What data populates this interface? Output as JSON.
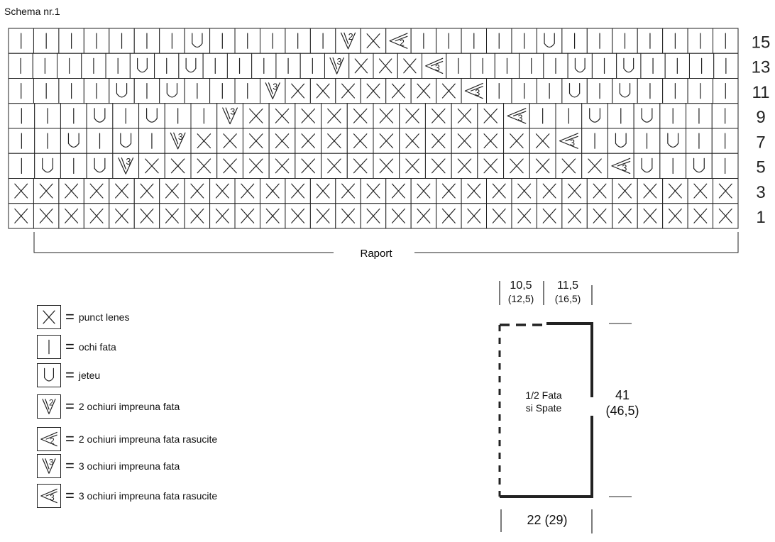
{
  "title": "Schema nr.1",
  "raport_label": "Raport",
  "chart_rows": [
    {
      "label": "15",
      "cells": [
        "I",
        "I",
        "I",
        "I",
        "I",
        "I",
        "I",
        "U",
        "I",
        "I",
        "I",
        "I",
        "I",
        "V2",
        "X",
        "L2",
        "I",
        "I",
        "I",
        "I",
        "I",
        "U",
        "I",
        "I",
        "I",
        "I",
        "I",
        "I",
        "I"
      ]
    },
    {
      "label": "13",
      "cells": [
        "I",
        "I",
        "I",
        "I",
        "I",
        "U",
        "I",
        "U",
        "I",
        "I",
        "I",
        "I",
        "I",
        "V3",
        "X",
        "X",
        "X",
        "L3",
        "I",
        "I",
        "I",
        "I",
        "I",
        "U",
        "I",
        "U",
        "I",
        "I",
        "I",
        "I"
      ]
    },
    {
      "label": "11",
      "cells": [
        "I",
        "I",
        "I",
        "I",
        "U",
        "I",
        "U",
        "I",
        "I",
        "I",
        "V3",
        "X",
        "X",
        "X",
        "X",
        "X",
        "X",
        "X",
        "L3",
        "I",
        "I",
        "I",
        "U",
        "I",
        "U",
        "I",
        "I",
        "I",
        "I"
      ]
    },
    {
      "label": "9",
      "cells": [
        "I",
        "I",
        "I",
        "U",
        "I",
        "U",
        "I",
        "I",
        "V3",
        "X",
        "X",
        "X",
        "X",
        "X",
        "X",
        "X",
        "X",
        "X",
        "X",
        "L3",
        "I",
        "I",
        "U",
        "I",
        "U",
        "I",
        "I",
        "I"
      ]
    },
    {
      "label": "7",
      "cells": [
        "I",
        "I",
        "U",
        "I",
        "U",
        "I",
        "V3",
        "X",
        "X",
        "X",
        "X",
        "X",
        "X",
        "X",
        "X",
        "X",
        "X",
        "X",
        "X",
        "X",
        "X",
        "L3",
        "I",
        "U",
        "I",
        "U",
        "I",
        "I"
      ]
    },
    {
      "label": "5",
      "cells": [
        "I",
        "U",
        "I",
        "U",
        "V3",
        "X",
        "X",
        "X",
        "X",
        "X",
        "X",
        "X",
        "X",
        "X",
        "X",
        "X",
        "X",
        "X",
        "X",
        "X",
        "X",
        "X",
        "X",
        "L3",
        "U",
        "I",
        "U",
        "I"
      ]
    },
    {
      "label": "3",
      "cells": [
        "X",
        "X",
        "X",
        "X",
        "X",
        "X",
        "X",
        "X",
        "X",
        "X",
        "X",
        "X",
        "X",
        "X",
        "X",
        "X",
        "X",
        "X",
        "X",
        "X",
        "X",
        "X",
        "X",
        "X",
        "X",
        "X",
        "X",
        "X",
        "X"
      ]
    },
    {
      "label": "1",
      "cells": [
        "X",
        "X",
        "X",
        "X",
        "X",
        "X",
        "X",
        "X",
        "X",
        "X",
        "X",
        "X",
        "X",
        "X",
        "X",
        "X",
        "X",
        "X",
        "X",
        "X",
        "X",
        "X",
        "X",
        "X",
        "X",
        "X",
        "X",
        "X",
        "X"
      ]
    }
  ],
  "legend": [
    {
      "symbol": "X",
      "text": "punct lenes"
    },
    {
      "symbol": "I",
      "text": "ochi fata"
    },
    {
      "symbol": "U",
      "text": "jeteu"
    },
    {
      "symbol": "V2",
      "text": "2 ochiuri impreuna fata"
    },
    {
      "symbol": "L2",
      "text": "2 ochiuri impreuna fata rasucite"
    },
    {
      "symbol": "V3",
      "text": "3 ochiuri impreuna fata"
    },
    {
      "symbol": "L3",
      "text": "3 ochiuri impreuna fata rasucite"
    }
  ],
  "legend_equals": "=",
  "schematic": {
    "label_line1": "1/2 Fata",
    "label_line2": "si Spate",
    "top_left_value": "10,5",
    "top_left_alt": "(12,5)",
    "top_right_value": "11,5",
    "top_right_alt": "(16,5)",
    "height_value": "41",
    "height_alt": "(46,5)",
    "bottom_value": "22 (29)"
  },
  "symbol_digits": {
    "V2": "2",
    "L2": "2",
    "V3": "3",
    "L3": "3"
  }
}
